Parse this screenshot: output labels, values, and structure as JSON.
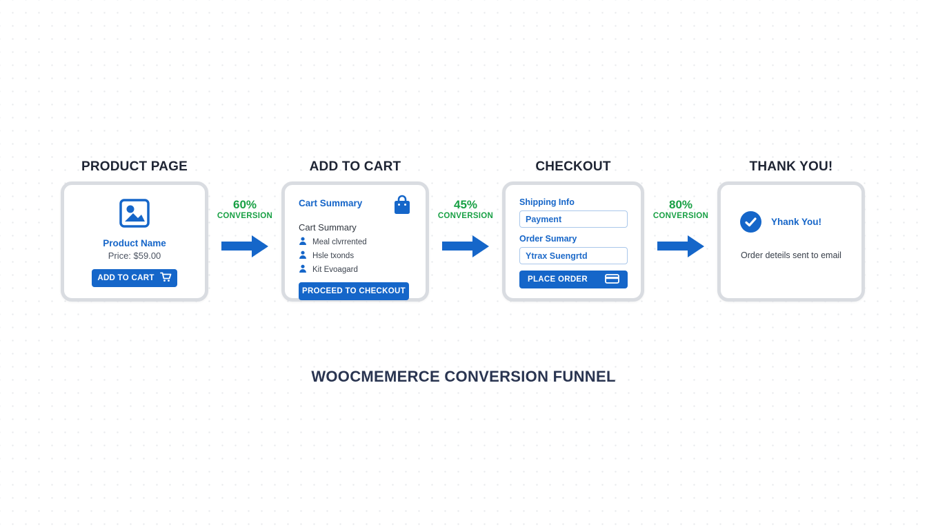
{
  "footer_title": "WOOCMEMERCE CONVERSION FUNNEL",
  "colors": {
    "blue": "#1566c9",
    "green": "#18a044",
    "heading_dark": "#1e2433",
    "title_navy": "#293450",
    "card_border": "#d9dce1",
    "input_border": "#a9c7ea"
  },
  "stages": [
    {
      "heading": "PRODUCT PAGE",
      "product": {
        "image_icon": "image-icon",
        "name": "Product Name",
        "price": "Price: $59.00",
        "button_label": "ADD TO CART",
        "button_icon": "cart-icon"
      }
    },
    {
      "heading": "ADD TO CART",
      "cart": {
        "title": "Cart Summary",
        "header_icon": "shopping-bag-icon",
        "subtitle": "Cart Summary",
        "item_icon": "user-icon",
        "items": [
          "Meal clvrrented",
          "Hsle txonds",
          "Kit Evoagard"
        ],
        "button_label": "PROCEED TO CHECKOUT"
      }
    },
    {
      "heading": "CHECKOUT",
      "checkout": {
        "shipping_label": "Shipping Info",
        "shipping_value": "Payment",
        "order_label": "Order Sumary",
        "order_value": "Ytrax Suengrtd",
        "button_label": "PLACE ORDER",
        "button_icon": "credit-card-icon"
      }
    },
    {
      "heading": "THANK YOU!",
      "thankyou": {
        "check_icon": "check-circle-icon",
        "title": "Yhank You!",
        "note": "Order deteils sent to email"
      }
    }
  ],
  "connectors": [
    {
      "percent": "60%",
      "label": "CONVERSION"
    },
    {
      "percent": "45%",
      "label": "CONVERSION"
    },
    {
      "percent": "80%",
      "label": "CONVERSION"
    }
  ]
}
